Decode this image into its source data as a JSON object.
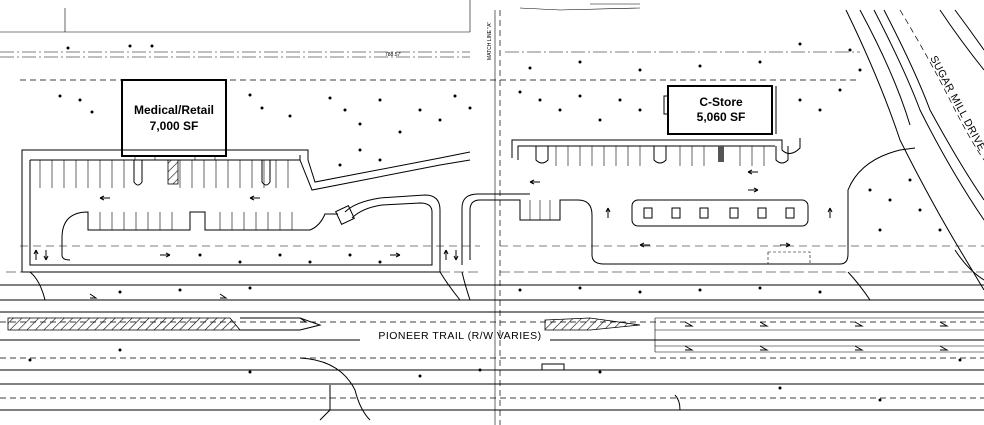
{
  "buildings": {
    "medical": {
      "name": "Medical/Retail",
      "area": "7,000 SF"
    },
    "cstore": {
      "name": "C-Store",
      "area": "5,060 SF"
    }
  },
  "roads": {
    "pioneer": "PIONEER TRAIL (R/W VARIES)",
    "sugar_mill": "SUGAR MILL DRIVE"
  },
  "annotations": {
    "match_line": "MATCH LINE \"A\"",
    "dimension": "788.57'"
  }
}
